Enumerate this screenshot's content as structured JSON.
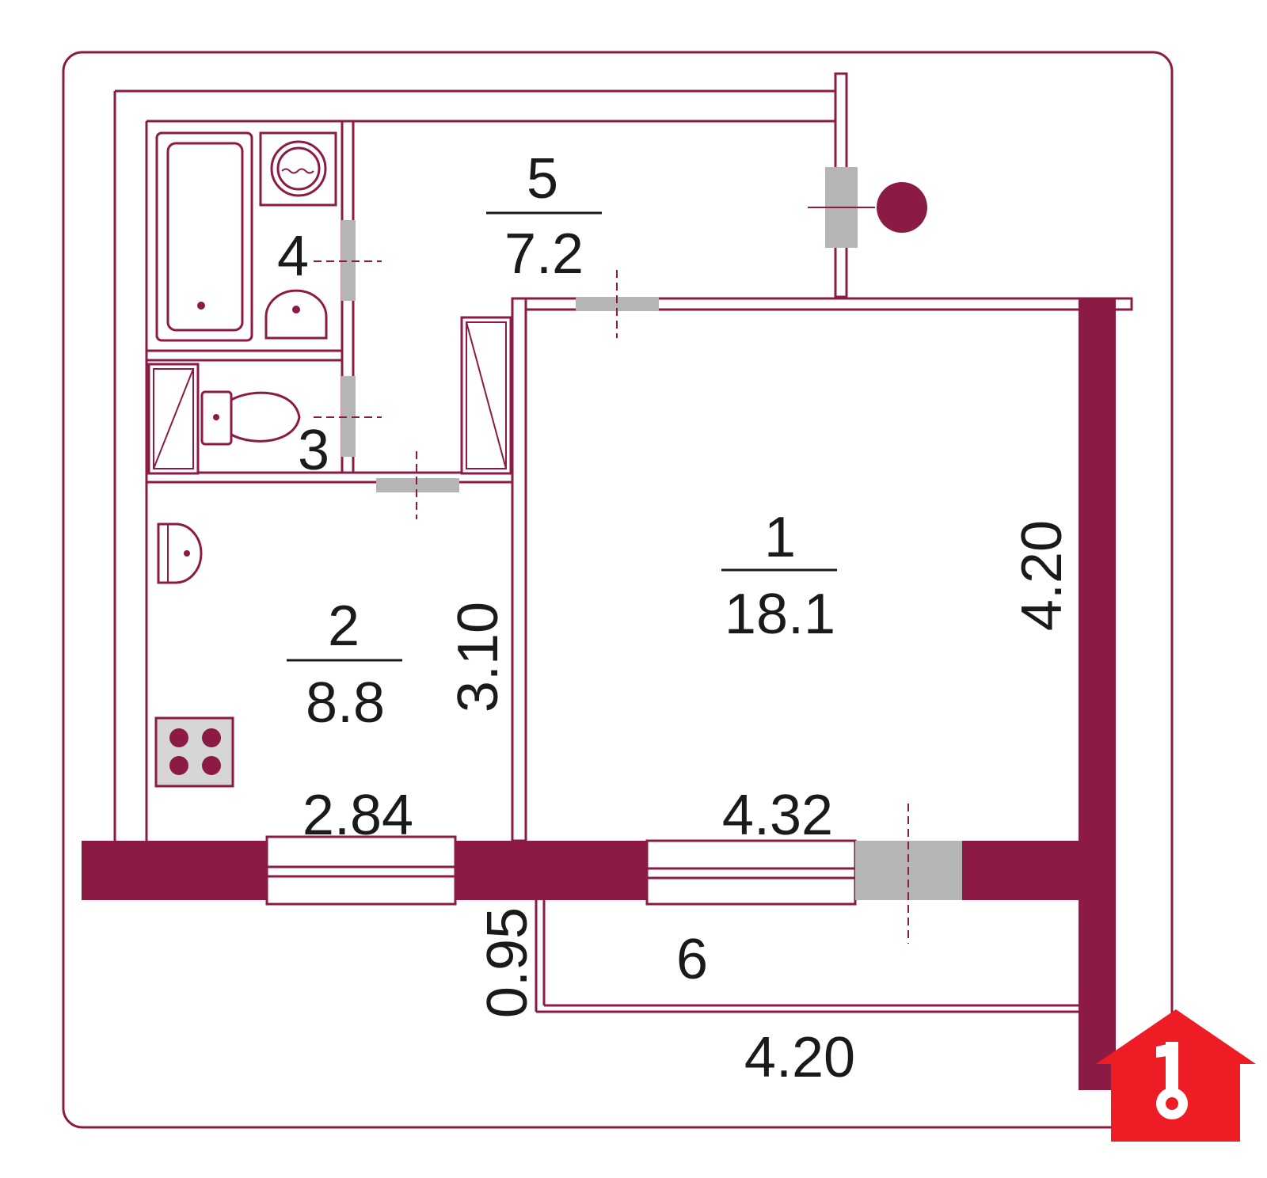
{
  "colors": {
    "wall": "#8b1a44",
    "door": "#b5b5b5",
    "ink": "#1a1a1a",
    "paper": "#ffffff",
    "logo": "#ee1c25"
  },
  "rooms": [
    {
      "number": "1",
      "area": "18.1"
    },
    {
      "number": "2",
      "area": "8.8"
    },
    {
      "number": "3"
    },
    {
      "number": "4"
    },
    {
      "number": "5",
      "area": "7.2"
    },
    {
      "number": "6"
    }
  ],
  "dimensions": {
    "room1_width": "4.32",
    "room1_depth": "4.20",
    "kitchen_width": "2.84",
    "kitchen_depth": "3.10",
    "balcony_depth": "0.95",
    "balcony_width": "4.20"
  },
  "icons": {
    "logo": "house-key-logo",
    "washer": "washing-machine-icon",
    "stove": "stove-icon",
    "toilet": "toilet-icon",
    "bathtub": "bathtub-icon",
    "sink": "sink-icon",
    "riser": "riser-icon"
  }
}
